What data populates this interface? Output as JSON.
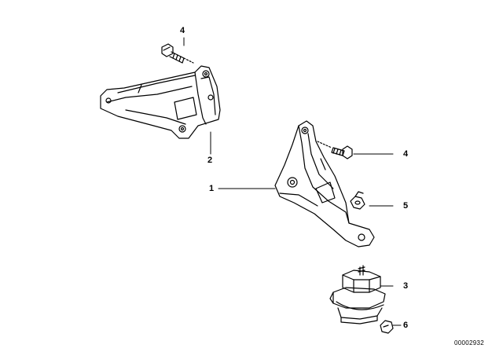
{
  "callouts": {
    "c1": "1",
    "c2": "2",
    "c3": "3",
    "c4_top": "4",
    "c4_right": "4",
    "c5": "5",
    "c6": "6"
  },
  "diagram_code": "00002932",
  "colors": {
    "line": "#000000",
    "background": "#ffffff"
  }
}
